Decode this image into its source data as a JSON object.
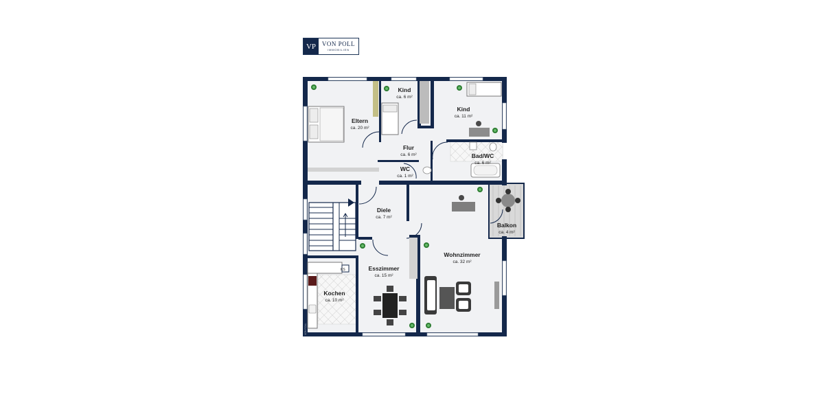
{
  "logo": {
    "monogram": "VP",
    "name": "VON POLL",
    "tagline": "IMMOBILIEN"
  },
  "colors": {
    "wall": "#14284b",
    "floor": "#f1f2f4",
    "balcony": "#d9d9d9",
    "plant": "#2e7d32"
  },
  "rooms": [
    {
      "id": "eltern",
      "name": "Eltern",
      "area": "ca. 20 m²"
    },
    {
      "id": "kind1",
      "name": "Kind",
      "area": "ca. 6 m²"
    },
    {
      "id": "kind2",
      "name": "Kind",
      "area": "ca. 11 m²"
    },
    {
      "id": "flur",
      "name": "Flur",
      "area": "ca. 6 m²"
    },
    {
      "id": "badwc",
      "name": "Bad/WC",
      "area": "ca. 6 m²"
    },
    {
      "id": "wc",
      "name": "WC",
      "area": "ca. 1 m²"
    },
    {
      "id": "diele",
      "name": "Diele",
      "area": "ca. 7 m²"
    },
    {
      "id": "balkon",
      "name": "Balkon",
      "area": "ca. 4 m²"
    },
    {
      "id": "wohnzimmer",
      "name": "Wohnzimmer",
      "area": "ca. 32 m²"
    },
    {
      "id": "esszimmer",
      "name": "Esszimmer",
      "area": "ca. 15 m²"
    },
    {
      "id": "kochen",
      "name": "Kochen",
      "area": "ca. 10 m²"
    }
  ],
  "labels": {
    "ks": "KS",
    "watermark": "VON POLL"
  }
}
